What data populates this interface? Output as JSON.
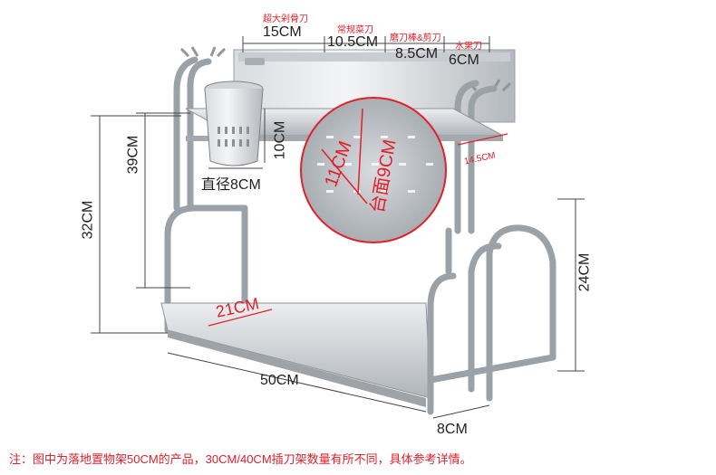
{
  "top_widths": [
    {
      "label": "超大剁骨刀",
      "size": "15CM"
    },
    {
      "label": "常规菜刀",
      "size": "10.5CM"
    },
    {
      "label": "磨刀棒&剪刀",
      "size": "8.5CM"
    },
    {
      "label": "水果刀",
      "size": "6CM"
    }
  ],
  "dimensions": {
    "height_upper": "39CM",
    "height_lower": "32CM",
    "cup_height": "10CM",
    "cup_diameter": "直径8CM",
    "shelf_depth": "14.5CM",
    "zoom_length": "11CM",
    "zoom_fit": "台面9CM",
    "tray_depth": "21CM",
    "length": "50CM",
    "board_width": "8CM",
    "board_height": "24CM"
  },
  "note": "注：图中为落地置物架50CM的产品，30CM/40CM插刀架数量有所不同，具体参考详情。",
  "colors": {
    "accent": "#e0202a",
    "steel": "#b9bdc2",
    "steel_dark": "#7d8389"
  }
}
